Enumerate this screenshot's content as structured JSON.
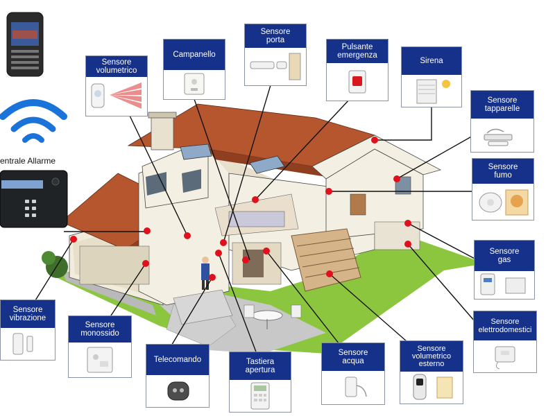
{
  "central": {
    "label": "entrale Allarme"
  },
  "cards": {
    "volumetrico": {
      "l1": "Sensore",
      "l2": "volumetrico"
    },
    "campanello": {
      "l1": "Campanello"
    },
    "porta": {
      "l1": "Sensore",
      "l2": "porta"
    },
    "emergenza": {
      "l1": "Pulsante",
      "l2": "emergenza"
    },
    "sirena": {
      "l1": "Sirena"
    },
    "tapparelle": {
      "l1": "Sensore",
      "l2": "tapparelle"
    },
    "fumo": {
      "l1": "Sensore",
      "l2": "fumo"
    },
    "gas": {
      "l1": "Sensore",
      "l2": "gas"
    },
    "elettrodomestici": {
      "l1": "Sensore",
      "l2": "elettrodomestici"
    },
    "vibrazione": {
      "l1": "Sensore",
      "l2": "vibrazione"
    },
    "monossido": {
      "l1": "Sensore",
      "l2": "monossido"
    },
    "telecomando": {
      "l1": "Telecomando"
    },
    "tastiera": {
      "l1": "Tastiera",
      "l2": "apertura"
    },
    "acqua": {
      "l1": "Sensore",
      "l2": "acqua"
    },
    "volumetrico_esterno": {
      "l1": "Sensore",
      "l2": "volumetrico",
      "l3": "esterno"
    }
  },
  "colors": {
    "card_header": "#16318a",
    "connector": "#111111",
    "sensor_dot": "#e0101c",
    "wifi": "#1a73d9",
    "roof": "#b5562f",
    "grass": "#8cc63f"
  }
}
